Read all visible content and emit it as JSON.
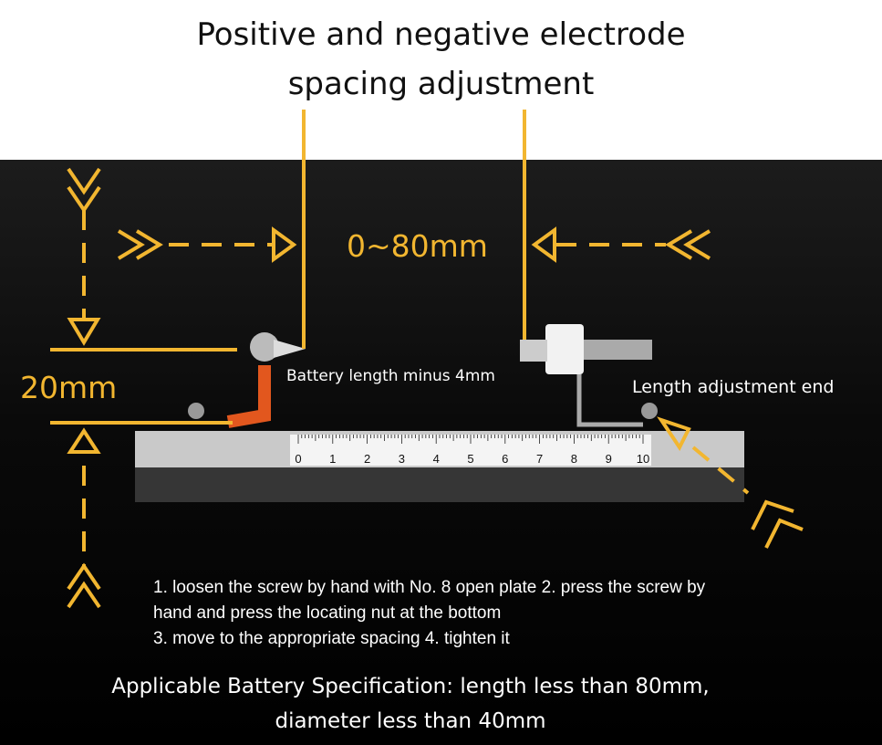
{
  "title": {
    "line1": "Positive and negative electrode",
    "line2": "spacing adjustment"
  },
  "labels": {
    "spacing": "0~80mm",
    "height": "20mm",
    "battery_length": "Battery length minus 4mm",
    "length_end": "Length adjustment end"
  },
  "ruler": {
    "ticks": [
      "0",
      "1",
      "2",
      "3",
      "4",
      "5",
      "6",
      "7",
      "8",
      "9",
      "10"
    ]
  },
  "steps": {
    "line1": "1. loosen the screw by hand with No. 8 open plate 2. press the screw by",
    "line2": "hand and press the locating nut at the bottom",
    "line3": "3. move to the appropriate spacing 4. tighten it"
  },
  "spec": {
    "line1": "Applicable Battery Specification: length less than 80mm,",
    "line2": "diameter less than 40mm"
  },
  "colors": {
    "accent": "#f2b630",
    "background": "#000000"
  }
}
